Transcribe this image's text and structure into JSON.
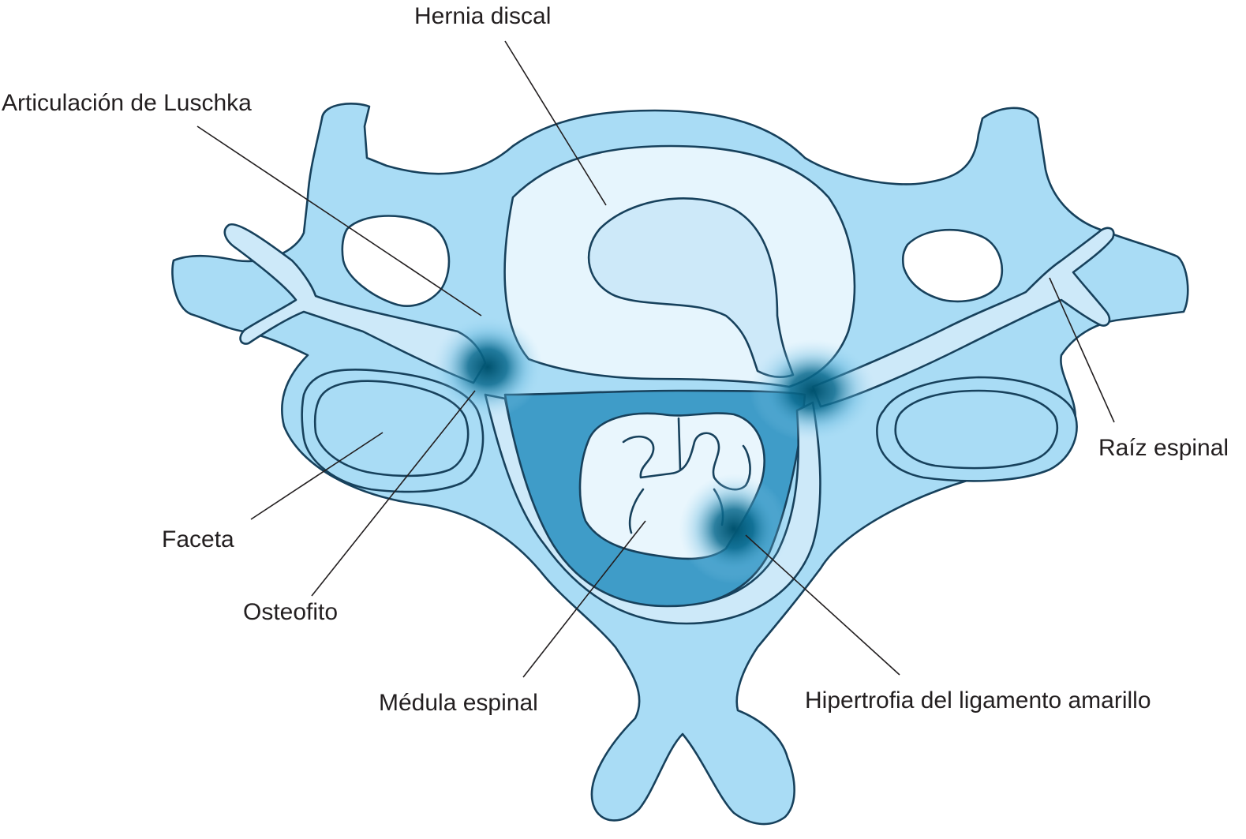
{
  "labels": {
    "herniated_disc": "Hernia discal",
    "luschka_joint": "Articulación de Luschka",
    "spinal_root": "Raíz espinal",
    "facet": "Faceta",
    "osteophyte": "Osteofito",
    "spinal_cord": "Médula espinal",
    "ligamentum_flavum_hypertrophy": "Hipertrofia del ligamento amarillo"
  },
  "colors": {
    "bone": "#a9dcf5",
    "light_region": "#cde9f9",
    "disc": "#e6f5fd",
    "canal_dark": "#3f9cc8",
    "cord": "#e9f6fd",
    "outline": "#17415c",
    "compression": "#00526e"
  }
}
